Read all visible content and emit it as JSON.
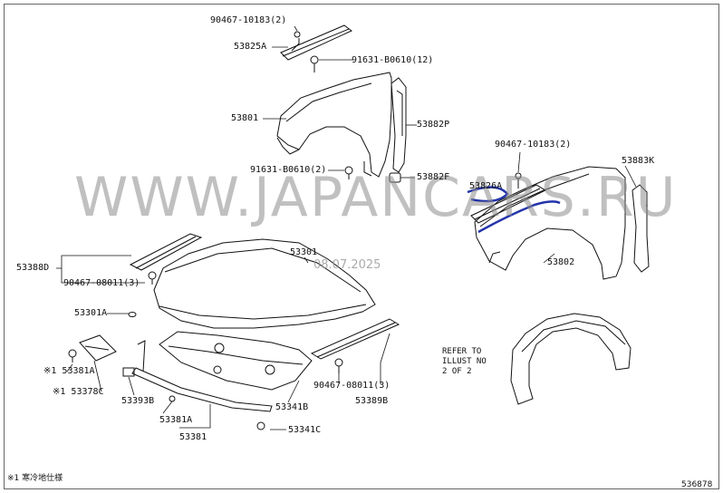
{
  "watermark": {
    "text": "WWW.JAPANCARS.RU",
    "date": "08.07.2025"
  },
  "labels": {
    "p90467_10183_top": "90467-10183(2)",
    "p53825A": "53825A",
    "p91631_B0610_12": "91631-B0610(12)",
    "p53801": "53801",
    "p53882P": "53882P",
    "p91631_B0610_2": "91631-B0610(2)",
    "p53882F": "53882F",
    "p90467_10183_right": "90467-10183(2)",
    "p53883K": "53883K",
    "p53826A": "53826A",
    "p53802": "53802",
    "p53388D": "53388D",
    "p90467_08011_left": "90467-08011(3)",
    "p53301": "53301",
    "p53301A": "53301A",
    "p53381A_star": "※1 53381A",
    "p53378C_star": "※1 53378C",
    "p53393B": "53393B",
    "p53381A": "53381A",
    "p53381": "53381",
    "p53341B": "53341B",
    "p53341C": "53341C",
    "p90467_08011_mid": "90467-08011(3)",
    "p53389B": "53389B"
  },
  "refer": {
    "line1": "REFER TO",
    "line2": "ILLUST NO",
    "line3": "2 OF 2"
  },
  "footnote": "※1 寒冷地仕様",
  "illust_no": "536878",
  "colors": {
    "line": "#111111",
    "highlight": "#2233aa",
    "watermark": "#8c8c8c"
  }
}
